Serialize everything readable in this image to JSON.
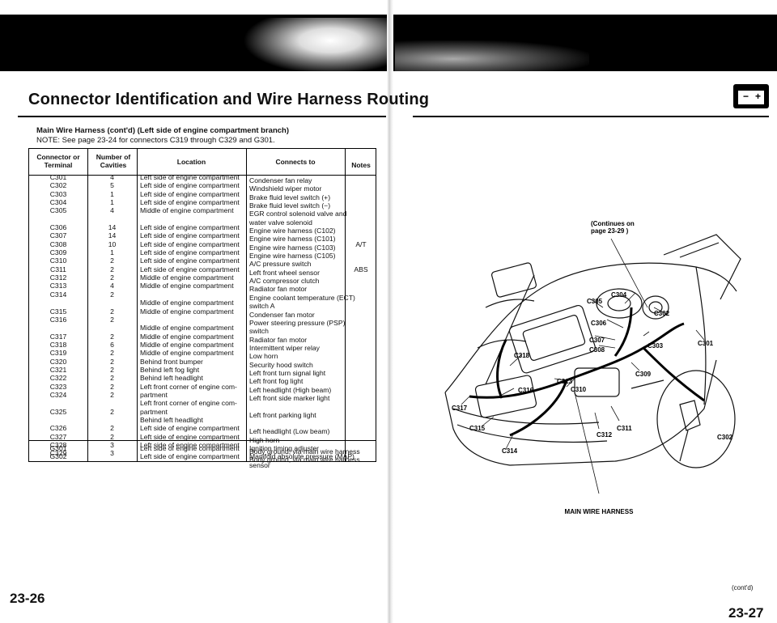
{
  "header": {
    "title": "Connector Identification and Wire Harness Routing",
    "subtitle": "Main Wire Harness (cont'd) (Left side of engine compartment branch)",
    "note": "NOTE:  See page 23-24 for connectors C319 through C329 and G301."
  },
  "table": {
    "headers": {
      "connector": "Connector or Terminal",
      "cavities": "Number of Cavities",
      "location": "Location",
      "connects": "Connects to",
      "notes": "Notes"
    },
    "connectors": "C301\nC302\nC303\nC304\nC305\n\nC306\nC307\nC308\nC309\nC310\nC311\nC312\nC313\nC314\n\nC315\nC316\n\nC317\nC318\nC319\nC320\nC321\nC322\nC323\nC324\n\nC325\n\nC326\nC327\nC328\nC329",
    "cavities": "4\n5\n1\n1\n4\n\n14\n14\n10\n1\n2\n2\n2\n4\n2\n\n2\n2\n\n2\n6\n2\n2\n2\n2\n2\n2\n\n2\n\n2\n2\n3\n3",
    "locations": "Left side of engine compartment\nLeft side of engine compartment\nLeft side of engine compartment\nLeft side of engine compartment\nMiddle of engine compartment\n\nLeft side of engine compartment\nLeft side of engine compartment\nLeft side of engine compartment\nLeft side of engine compartment\nLeft side of engine compartment\nLeft side of engine compartment\nMiddle of engine compartment\nMiddle of engine compartment\n\nMiddle of engine compartment\nMiddle of engine compartment\n\nMiddle of engine compartment\nMiddle of engine compartment\nMiddle of engine compartment\nMiddle of engine compartment\nBehind front bumper\nBehind left fog light\nBehind left headlight\nLeft front corner of engine com-\npartment\nLeft front corner of engine com-\npartment\nBehind left headlight\nLeft side of engine compartment\nLeft side of engine compartment\nLeft side of engine compartment",
    "connects": "Condenser fan relay\nWindshield wiper motor\nBrake fluid level switch (+)\nBrake fluid level switch (−)\nEGR control solenoid valve and\nwater valve solenoid\nEngine wire harness (C102)\nEngine wire harness (C101)\nEngine wire harness (C103)\nEngine wire harness (C105)\nA/C pressure switch\nLeft front wheel sensor\nA/C compressor clutch\nRadiator fan motor\nEngine coolant temperature (ECT)\nswitch A\nCondenser fan motor\nPower steering pressure (PSP)\nswitch\nRadiator fan motor\nIntermittent wiper relay\nLow horn\nSecurity hood switch\nLeft front turn signal light\nLeft front fog light\nLeft headlight (High beam)\nLeft front side marker light\n\nLeft front parking light\n\nLeft headlight (Low beam)\nHigh horn\nIgnition timing adjuster\nManifold absolute pressure (MAP)\nsensor",
    "notes_at": "A/T",
    "notes_abs": "ABS",
    "ground_connectors": "G301\nG302",
    "ground_locations": "Left side of engine compartment\nLeft side of engine compartment",
    "ground_connects": "Body ground, via main wire harness\nBody ground, via main wire harness"
  },
  "diagram": {
    "continues": "(Continues on\n page 23-29 )",
    "labels": [
      "C304",
      "C305",
      "C302",
      "C306",
      "C307",
      "C308",
      "C303",
      "C301",
      "C318",
      "C309",
      "C313",
      "C310",
      "C316",
      "C317",
      "C315",
      "C312",
      "C311",
      "C302",
      "C314"
    ],
    "harness_label": "MAIN WIRE HARNESS"
  },
  "footer": {
    "page_left": "23-26",
    "page_right": "23-27",
    "contd": "(cont'd)"
  }
}
